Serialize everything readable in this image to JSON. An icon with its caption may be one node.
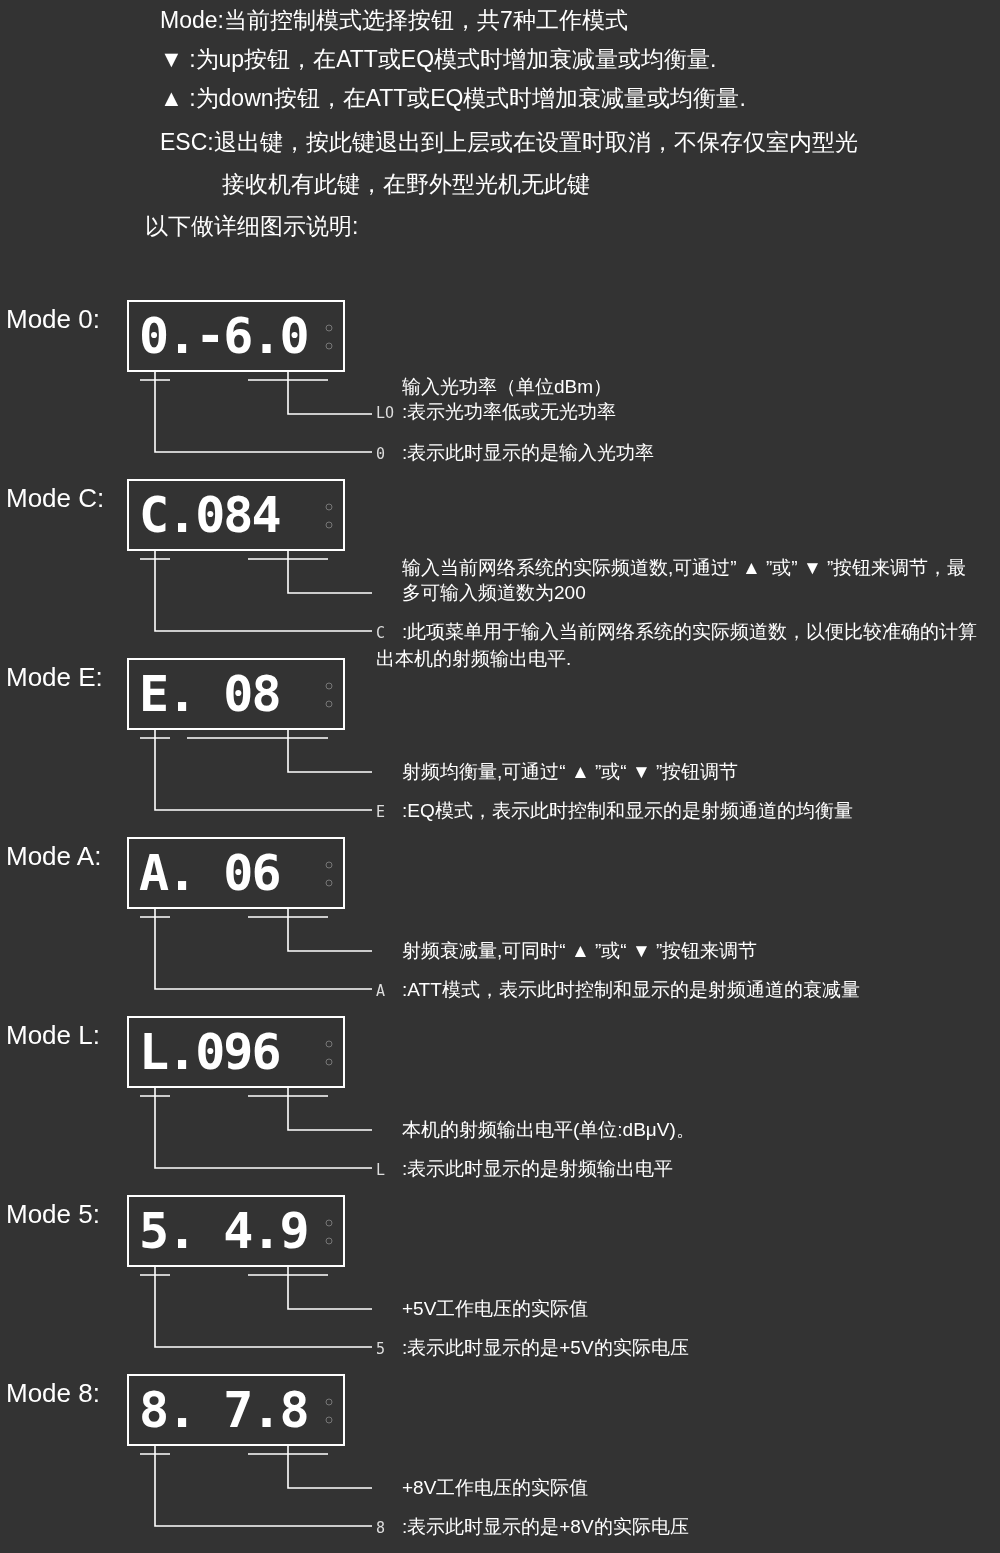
{
  "diagram": {
    "nodes": [
      {
        "text": [
          "0.-6.0"
        ],
        "beside": [
          "Mode 0:"
        ]
      },
      {
        "text": [
          "输入光功率（单位dBm）",
          "LO",
          ":表示光功率低或无光功率"
        ]
      },
      {
        "text": [
          "0",
          ":表示此时显示的是输入光功率"
        ]
      },
      {
        "text": [
          "C.084"
        ],
        "beside": [
          "Mode C:"
        ]
      },
      {
        "text": [
          "输入当前网络系统的实际频道数,可通过” ▲ ”或” ▼ ”按钮来调节，最多可输入频道数为200"
        ]
      },
      {
        "text": [
          "C",
          ":此项菜单用于输入当前网络系统的实际频道数，以便比较准确的计算出本机的射频输出电平."
        ]
      },
      {
        "text": [
          "E. 08"
        ],
        "beside": [
          "Mode E:"
        ]
      },
      {
        "text": [
          "射频均衡量,可通过“ ▲ ”或“ ▼ ”按钮调节"
        ]
      },
      {
        "text": [
          "E",
          ":EQ模式，表示此时控制和显示的是射频通道的均衡量"
        ]
      },
      {
        "text": [
          "A. 06"
        ],
        "beside": [
          "Mode A:"
        ]
      },
      {
        "text": [
          "射频衰减量,可同时“ ▲ ”或“ ▼ ”按钮来调节"
        ]
      },
      {
        "text": [
          "A",
          ":ATT模式，表示此时控制和显示的是射频通道的衰减量"
        ]
      },
      {
        "text": [
          "L.096"
        ],
        "beside": [
          "Mode L:"
        ]
      },
      {
        "text": [
          "本机的射频输出电平(单位:dBμV)。"
        ]
      },
      {
        "text": [
          "L",
          ":表示此时显示的是射频输出电平"
        ]
      },
      {
        "text": [
          "5. 4.9"
        ],
        "beside": [
          "Mode 5:"
        ]
      },
      {
        "text": [
          "+5V工作电压的实际值"
        ]
      },
      {
        "text": [
          "5",
          ":表示此时显示的是+5V的实际电压"
        ]
      },
      {
        "text": [
          "8. 7.8"
        ],
        "beside": [
          "Mode 8:"
        ]
      },
      {
        "text": [
          "+8V工作电压的实际值"
        ]
      },
      {
        "text": [
          "8",
          ":表示此时显示的是+8V的实际电压"
        ]
      }
    ],
    "edges": [
      {
        "from": 1,
        "to": 0,
        "arrow": "none"
      },
      {
        "from": 2,
        "to": 0,
        "arrow": "none"
      },
      {
        "from": 4,
        "to": 3,
        "arrow": "none"
      },
      {
        "from": 5,
        "to": 3,
        "arrow": "none"
      },
      {
        "from": 7,
        "to": 6,
        "arrow": "none"
      },
      {
        "from": 8,
        "to": 6,
        "arrow": "none"
      },
      {
        "from": 10,
        "to": 9,
        "arrow": "none"
      },
      {
        "from": 11,
        "to": 9,
        "arrow": "none"
      },
      {
        "from": 13,
        "to": 12,
        "arrow": "none"
      },
      {
        "from": 14,
        "to": 12,
        "arrow": "none"
      },
      {
        "from": 16,
        "to": 15,
        "arrow": "none"
      },
      {
        "from": 17,
        "to": 15,
        "arrow": "none"
      },
      {
        "from": 19,
        "to": 18,
        "arrow": "none"
      },
      {
        "from": 20,
        "to": 18,
        "arrow": "none"
      }
    ],
    "labels": [
      "Mode:当前控制模式选择按钮，共7种工作模式",
      "▼ :为up按钮，在ATT或EQ模式时增加衰减量或均衡量.",
      "▲ :为down按钮，在ATT或EQ模式时增加衰减量或均衡量.",
      "ESC:退出键，按此键退出到上层或在设置时取消，不保存仅室内型光接收机有此键，在野外型光机无此键",
      "以下做详细图示说明:"
    ]
  }
}
